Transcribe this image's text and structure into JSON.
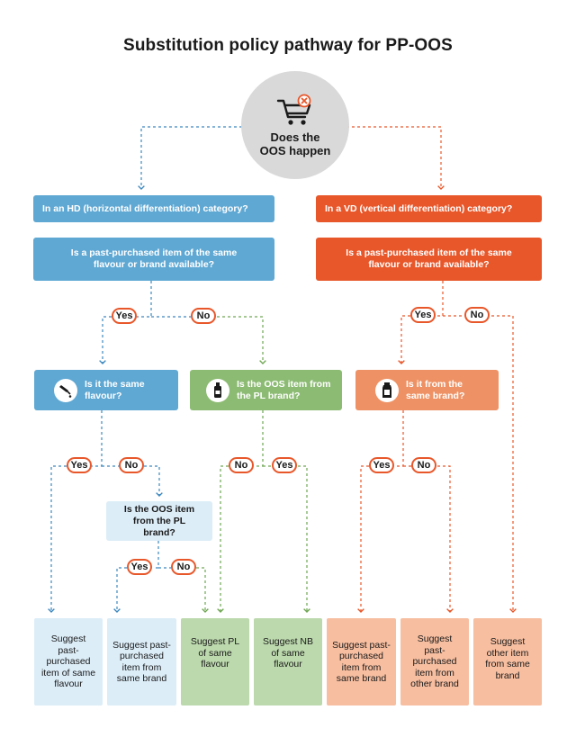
{
  "title": "Substitution policy pathway for PP-OOS",
  "start": {
    "label": "Does the OOS happen"
  },
  "hd": {
    "category": "In an HD (horizontal differentiation) category?",
    "question": "Is a past-purchased item of the same flavour or brand available?",
    "yes": "Yes",
    "no": "No",
    "flavour_q": "Is it the same flavour?",
    "flavour_yes": "Yes",
    "flavour_no": "No",
    "pl_q_sub": "Is the OOS item from the PL brand?",
    "pl_sub_yes": "Yes",
    "pl_sub_no": "No",
    "pl_q": "Is the OOS item from the PL brand?",
    "pl_no": "No",
    "pl_yes": "Yes"
  },
  "vd": {
    "category": "In a VD (vertical differentiation) category?",
    "question": "Is a past-purchased item of the same flavour or brand available?",
    "yes": "Yes",
    "no": "No",
    "brand_q": "Is it from the same brand?",
    "brand_yes": "Yes",
    "brand_no": "No"
  },
  "leaves": [
    "Suggest past-purchased item of same flavour",
    "Suggest past-purchased item from same brand",
    "Suggest PL of same flavour",
    "Suggest NB of same flavour",
    "Suggest past-purchased item from same brand",
    "Suggest past-purchased item from other brand",
    "Suggest other item from same brand"
  ],
  "colors": {
    "blue": "#5fa8d3",
    "blue_dark": "#3d88bf",
    "light_blue": "#dcedf8",
    "green": "#8cbb73",
    "orange": "#e8572a",
    "orange_light": "#ee9265",
    "peach": "#f7bea0",
    "grey": "#d9d9d9"
  },
  "icons": [
    "shopping-cart-x-icon",
    "pouring-bottle-icon",
    "spray-bottle-icon",
    "sauce-jar-icon"
  ]
}
